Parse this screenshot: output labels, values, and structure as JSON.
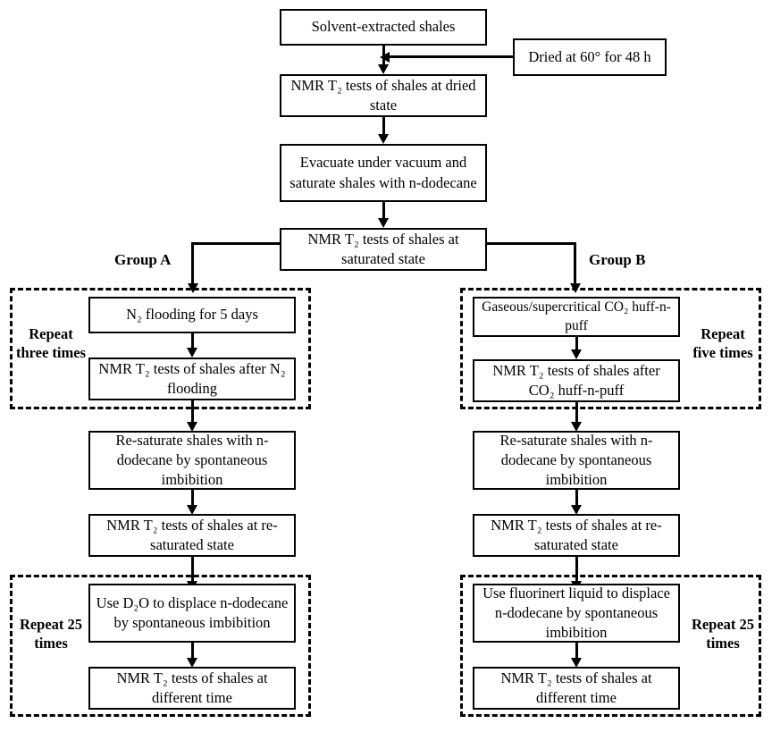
{
  "diagram": {
    "title": "Experimental workflow for NMR T2 shale tests",
    "colors": {
      "line": "#000000",
      "box_fill": "#ffffff",
      "text": "#000000"
    }
  },
  "nodes": {
    "solvent_extracted": "Solvent-extracted shales",
    "dried_note": "Dried at 60° for 48 h",
    "nmr_dried": "NMR T₂ tests of shales at dried state",
    "evacuate": "Evacuate under vacuum and saturate shales with n-dodecane",
    "nmr_saturated": "NMR T₂ tests of shales at saturated state",
    "n2_flooding": "N₂ flooding for 5 days",
    "nmr_after_n2": "NMR T₂ tests of shales after N₂ flooding",
    "co2_huff": "Gaseous/supercritical CO₂ huff-n-puff",
    "nmr_after_co2": "NMR T₂ tests of shales after CO₂ huff-n-puff",
    "resaturate_a": "Re-saturate shales with n-dodecane by spontaneous imbibition",
    "nmr_resat_a": "NMR T₂ tests of shales at re-saturated state",
    "resaturate_b": "Re-saturate shales with n-dodecane by spontaneous imbibition",
    "nmr_resat_b": "NMR T₂ tests of shales at re-saturated state",
    "d2o_displace": "Use D₂O to displace n-dodecane by spontaneous imbibition",
    "nmr_diff_time_a": "NMR T₂ tests of shales at different time",
    "fluorinert_displace": "Use fluorinert liquid to displace n-dodecane by spontaneous imbibition",
    "nmr_diff_time_b": "NMR T₂ tests of shales at different time"
  },
  "branch_labels": {
    "group_a": "Group A",
    "group_b": "Group B"
  },
  "repeat_labels": {
    "a_top": "Repeat three times",
    "b_top": "Repeat five times",
    "a_bottom": "Repeat 25 times",
    "b_bottom": "Repeat 25 times"
  }
}
